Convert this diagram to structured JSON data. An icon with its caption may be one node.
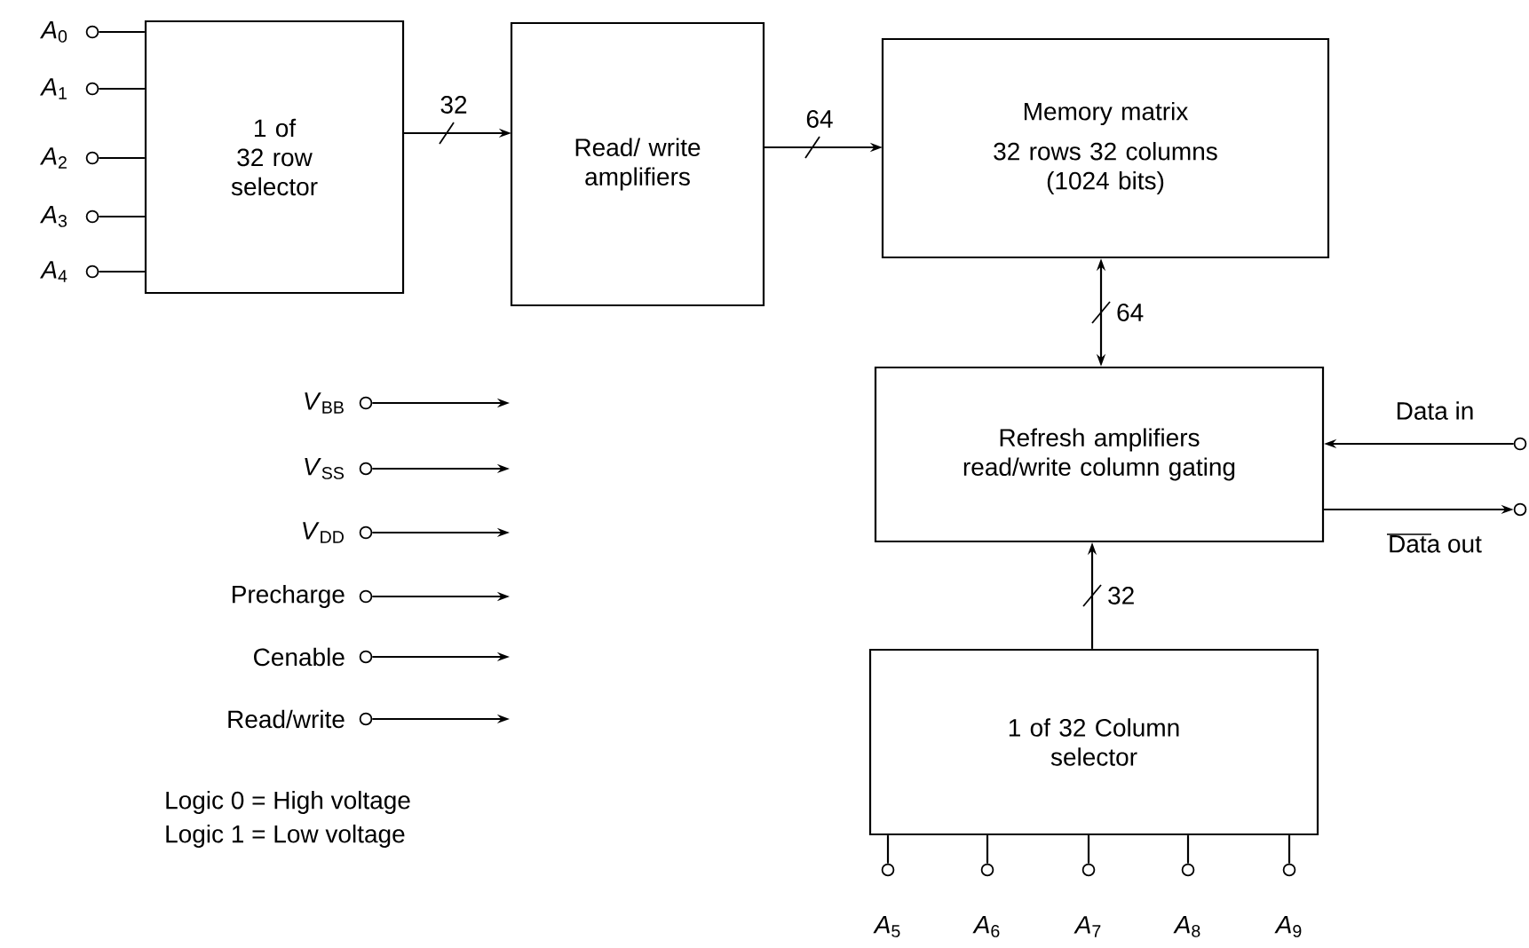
{
  "diagram": {
    "nodes": [
      {
        "text": [
          "1 of 32 row selector"
        ]
      },
      {
        "text": [
          "Read/ write amplifiers"
        ]
      },
      {
        "text": [
          "Memory matrix",
          "32 rows 32 columns (1024 bits)"
        ]
      },
      {
        "text": [
          "Refresh amplifiers read/write column gating"
        ]
      },
      {
        "text": [
          "1 of 32 Column selector"
        ]
      },
      {
        "text": [
          "*A*$_{0}$"
        ]
      },
      {
        "text": [
          "*A*$_{1}$"
        ]
      },
      {
        "text": [
          "*A*$_{2}$"
        ]
      },
      {
        "text": [
          "*A*$_{3}$"
        ]
      },
      {
        "text": [
          "*A*$_{4}$"
        ]
      },
      {
        "text": [
          "*A*$_{5}$"
        ]
      },
      {
        "text": [
          "*A*$_{6}$"
        ]
      },
      {
        "text": [
          "*A*$_{7}$"
        ]
      },
      {
        "text": [
          "*A*$_{8}$"
        ]
      },
      {
        "text": [
          "*A*$_{9}$"
        ]
      },
      {
        "text": [
          "Data in"
        ]
      },
      {
        "text": [
          "Data out"
        ]
      },
      {
        "text": [
          "*V*$_{BB}$"
        ]
      },
      {
        "text": [
          "*V*$_{SS}$"
        ]
      },
      {
        "text": [
          "*V*$_{DD}$"
        ]
      },
      {
        "text": [
          "Precharge"
        ]
      },
      {
        "text": [
          "Cenable"
        ]
      },
      {
        "text": [
          "Read/write"
        ]
      }
    ],
    "edges": [
      {
        "from": 0,
        "to": 1,
        "arrow": "to",
        "label": "32"
      },
      {
        "from": 1,
        "to": 2,
        "arrow": "to",
        "label": "64"
      },
      {
        "from": 2,
        "to": 3,
        "arrow": "both",
        "label": "64"
      },
      {
        "from": 4,
        "to": 3,
        "arrow": "to",
        "label": "32"
      },
      {
        "from": 5,
        "to": 0,
        "arrow": "none"
      },
      {
        "from": 6,
        "to": 0,
        "arrow": "none"
      },
      {
        "from": 7,
        "to": 0,
        "arrow": "none"
      },
      {
        "from": 8,
        "to": 0,
        "arrow": "none"
      },
      {
        "from": 9,
        "to": 0,
        "arrow": "none"
      },
      {
        "from": 10,
        "to": 4,
        "arrow": "none"
      },
      {
        "from": 11,
        "to": 4,
        "arrow": "none"
      },
      {
        "from": 12,
        "to": 4,
        "arrow": "none"
      },
      {
        "from": 13,
        "to": 4,
        "arrow": "none"
      },
      {
        "from": 14,
        "to": 4,
        "arrow": "none"
      },
      {
        "from": 15,
        "to": 3,
        "arrow": "to"
      },
      {
        "from": 3,
        "to": 16,
        "arrow": "to"
      },
      {
        "from": 17,
        "to": null,
        "arrow": "to"
      },
      {
        "from": 18,
        "to": null,
        "arrow": "to"
      },
      {
        "from": 19,
        "to": null,
        "arrow": "to"
      },
      {
        "from": 20,
        "to": null,
        "arrow": "to"
      },
      {
        "from": 21,
        "to": null,
        "arrow": "to"
      },
      {
        "from": 22,
        "to": null,
        "arrow": "to"
      }
    ],
    "labels": [
      "Logic 0 = High voltage",
      "Logic 1 = Low voltage"
    ]
  }
}
